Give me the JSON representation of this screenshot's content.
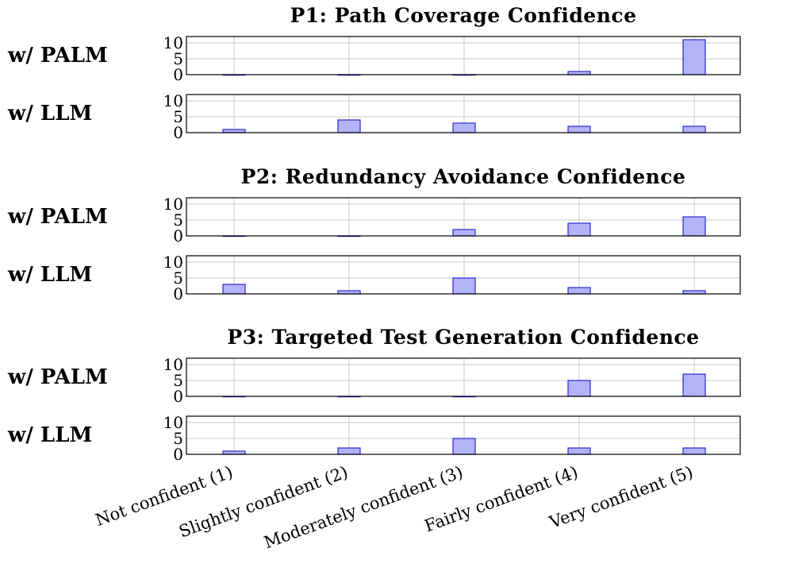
{
  "chart_data": {
    "type": "bar",
    "categories": [
      "Not confident (1)",
      "Slightly confident (2)",
      "Moderately confident (3)",
      "Fairly confident (4)",
      "Very confident (5)"
    ],
    "ylim": [
      0,
      12
    ],
    "yticks": [
      0,
      5,
      10
    ],
    "grid": true,
    "colors": {
      "bar_fill": "#b3b3f7",
      "bar_stroke": "#2a2ad4",
      "grid": "#c8c8c8"
    },
    "panels": [
      {
        "title": "P1: Path Coverage Confidence",
        "series": [
          {
            "name": "w/ PALM",
            "values": [
              0,
              0,
              0,
              1,
              11
            ]
          },
          {
            "name": "w/ LLM",
            "values": [
              1,
              4,
              3,
              2,
              2
            ]
          }
        ]
      },
      {
        "title": "P2: Redundancy Avoidance Confidence",
        "series": [
          {
            "name": "w/ PALM",
            "values": [
              0,
              0,
              2,
              4,
              6
            ]
          },
          {
            "name": "w/ LLM",
            "values": [
              3,
              1,
              5,
              2,
              1
            ]
          }
        ]
      },
      {
        "title": "P3: Targeted Test Generation Confidence",
        "series": [
          {
            "name": "w/ PALM",
            "values": [
              0,
              0,
              0,
              5,
              7
            ]
          },
          {
            "name": "w/ LLM",
            "values": [
              1,
              2,
              5,
              2,
              2
            ]
          }
        ]
      }
    ]
  }
}
